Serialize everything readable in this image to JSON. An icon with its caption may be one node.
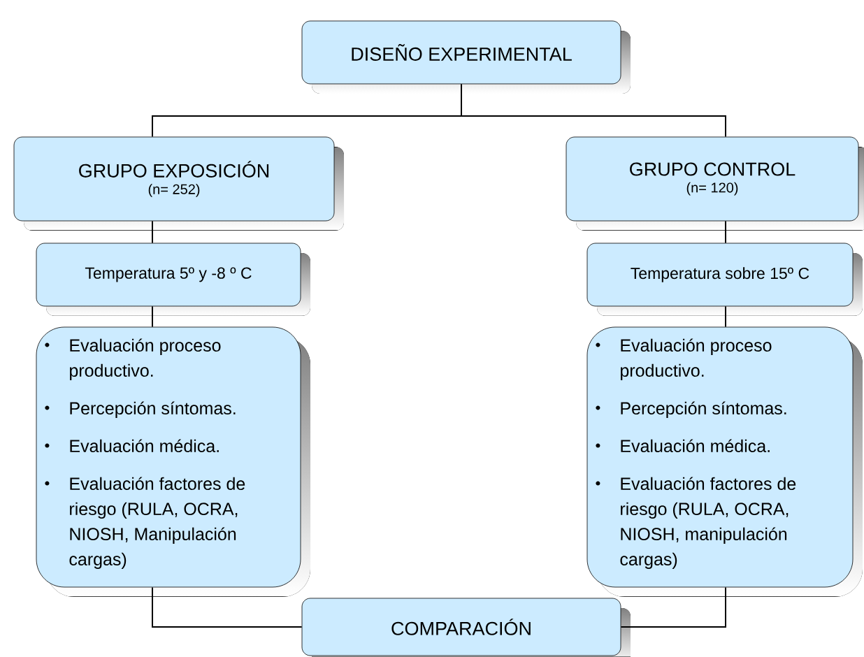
{
  "diagram": {
    "nodes": [
      {
        "text": [
          "DISEÑO EXPERIMENTAL"
        ]
      },
      {
        "text": [
          "GRUPO EXPOSICIÓN",
          "(n= 252)"
        ]
      },
      {
        "text": [
          "Temperatura 5º y -8 º C"
        ]
      },
      {
        "text": [
          "Evaluación proceso productivo.",
          "Percepción síntomas.",
          "Evaluación médica.",
          "Evaluación factores de riesgo (RULA, OCRA, NIOSH, Manipulación cargas)"
        ]
      },
      {
        "text": [
          "GRUPO CONTROL",
          "(n= 120)"
        ]
      },
      {
        "text": [
          "Temperatura sobre 15º C"
        ]
      },
      {
        "text": [
          "Evaluación proceso productivo.",
          "Percepción síntomas.",
          "Evaluación médica.",
          "Evaluación factores de riesgo (RULA, OCRA, NIOSH, manipulación cargas)"
        ]
      },
      {
        "text": [
          "COMPARACIÓN"
        ]
      }
    ],
    "edges": [
      {
        "from": 0,
        "to": 1,
        "arrow": "none"
      },
      {
        "from": 0,
        "to": 4,
        "arrow": "none"
      },
      {
        "from": 1,
        "to": 2,
        "arrow": "none"
      },
      {
        "from": 2,
        "to": 3,
        "arrow": "none"
      },
      {
        "from": 4,
        "to": 5,
        "arrow": "none"
      },
      {
        "from": 5,
        "to": 6,
        "arrow": "none"
      },
      {
        "from": 3,
        "to": 7,
        "arrow": "none"
      },
      {
        "from": 6,
        "to": 7,
        "arrow": "none"
      }
    ]
  }
}
